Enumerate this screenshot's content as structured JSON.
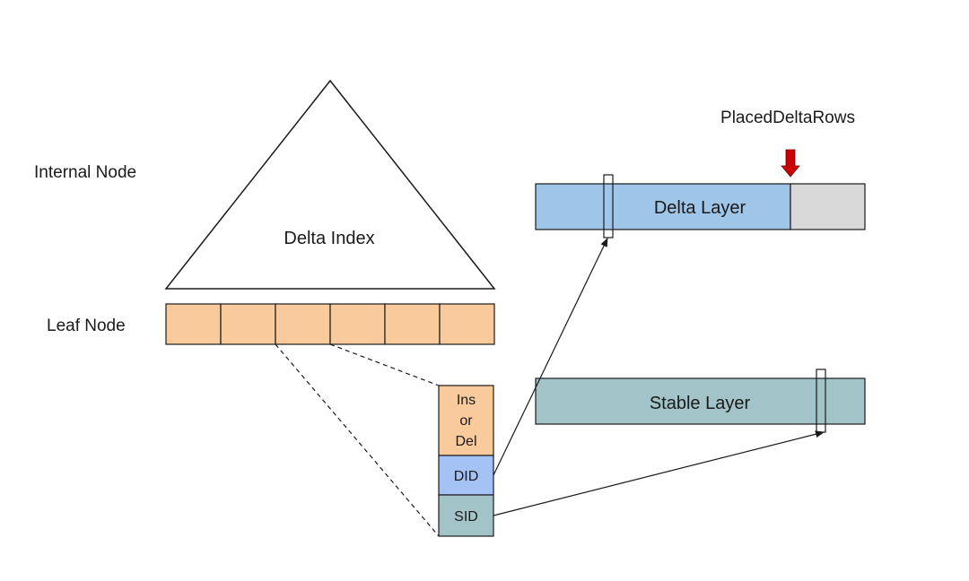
{
  "labels": {
    "internal_node": "Internal Node",
    "leaf_node": "Leaf Node",
    "delta_index": "Delta Index",
    "placed_delta_rows": "PlacedDeltaRows",
    "delta_layer": "Delta Layer",
    "stable_layer": "Stable Layer"
  },
  "entry": {
    "type_line1": "Ins",
    "type_line2": "or",
    "type_line3": "Del",
    "did": "DID",
    "sid": "SID"
  },
  "leaf_cells": 6,
  "colors": {
    "leaf_fill": "#f9cb9c",
    "did_fill": "#a4c2f4",
    "sid_fill": "#a2c4c9",
    "delta_layer_fill": "#9fc5e8",
    "delta_unused_fill": "#d9d9d9",
    "stable_layer_fill": "#a2c4c9",
    "marker_arrow": "#cc0000",
    "stroke": "#1a1a1a"
  }
}
